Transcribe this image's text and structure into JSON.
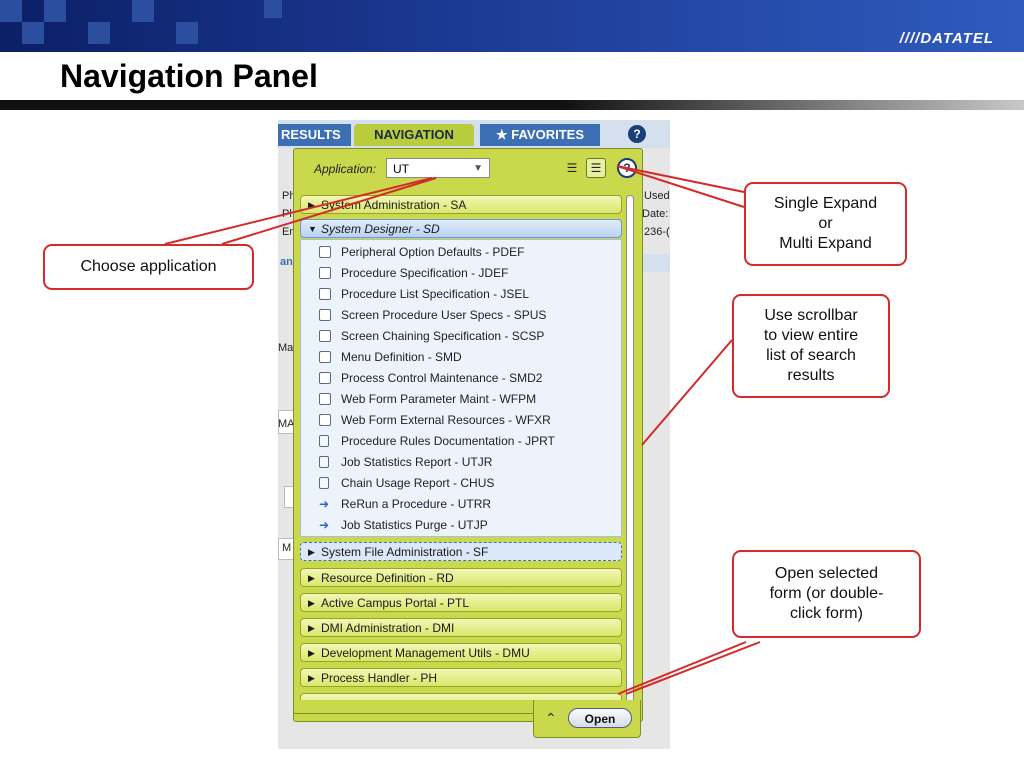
{
  "slide": {
    "title": "Navigation Panel",
    "logo": "////DATATEL"
  },
  "top_tabs": [
    "RESULTS",
    "NAVIGATION",
    "FAVORITES"
  ],
  "panel": {
    "application_label": "Application:",
    "application_value": "UT",
    "groups_before": [
      {
        "label": "System Administration - SA",
        "expanded": false
      },
      {
        "label": "System Designer - SD",
        "expanded": true
      }
    ],
    "sd_items": [
      {
        "label": "Peripheral Option Defaults - PDEF",
        "type": "form"
      },
      {
        "label": "Procedure Specification - JDEF",
        "type": "form"
      },
      {
        "label": "Procedure List Specification - JSEL",
        "type": "form"
      },
      {
        "label": "Screen Procedure User Specs - SPUS",
        "type": "form"
      },
      {
        "label": "Screen Chaining Specification - SCSP",
        "type": "form"
      },
      {
        "label": "Menu Definition - SMD",
        "type": "form"
      },
      {
        "label": "Process Control Maintenance - SMD2",
        "type": "form"
      },
      {
        "label": "Web Form Parameter Maint - WFPM",
        "type": "form"
      },
      {
        "label": "Web Form External Resources - WFXR",
        "type": "form"
      },
      {
        "label": "Procedure Rules Documentation - JPRT",
        "type": "report"
      },
      {
        "label": "Job Statistics Report - UTJR",
        "type": "report"
      },
      {
        "label": "Chain Usage Report - CHUS",
        "type": "report"
      },
      {
        "label": "ReRun a Procedure - UTRR",
        "type": "process"
      },
      {
        "label": "Job Statistics Purge - UTJP",
        "type": "process"
      }
    ],
    "groups_after": [
      {
        "label": "System File Administration - SF",
        "selected": true
      },
      {
        "label": "Resource Definition - RD"
      },
      {
        "label": "Active Campus Portal - PTL"
      },
      {
        "label": "DMI Administration - DMI"
      },
      {
        "label": "Development Management Utils - DMU"
      },
      {
        "label": "Process Handler - PH"
      }
    ],
    "open_button": "Open"
  },
  "background_fragments": {
    "ph": "Ph",
    "pl": "Pl",
    "en": "En",
    "used": "Used",
    "date": "Date:",
    "num": "236-(",
    "an": "an",
    "mar": "Mar",
    "ma": "MA",
    "m": "M"
  },
  "callouts": {
    "choose_application": "Choose application",
    "expand_mode": "Single Expand\nor\nMulti Expand",
    "scrollbar": "Use scrollbar\nto view entire\nlist of search\nresults",
    "open_form": "Open selected\nform (or double-\nclick form)"
  },
  "colors": {
    "panel_green": "#c9d94b",
    "callout_red": "#d42a2a",
    "banner_blue": "#1c3a94"
  }
}
